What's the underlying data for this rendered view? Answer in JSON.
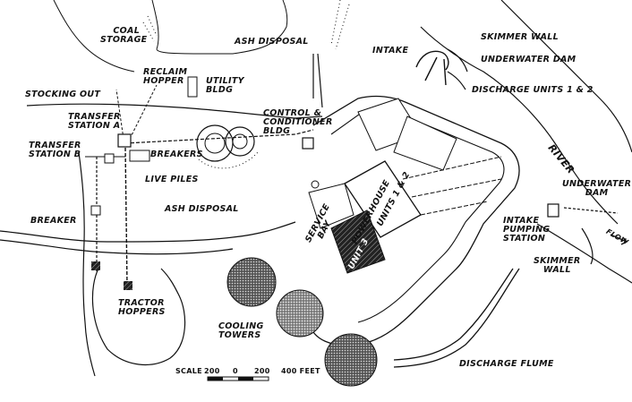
{
  "labels": {
    "coal_storage": [
      "COAL",
      "STORAGE"
    ],
    "ash_disposal_top": "ASH DISPOSAL",
    "reclaim_hopper": [
      "RECLAIM",
      "HOPPER"
    ],
    "utility_bldg": [
      "UTILITY",
      "BLDG"
    ],
    "stocking_out": "STOCKING OUT",
    "transfer_station_a": [
      "TRANSFER",
      "STATION A"
    ],
    "transfer_station_b": [
      "TRANSFER",
      "STATION B"
    ],
    "control_conditioner_bldg": [
      "CONTROL &",
      "CONDITIONER",
      "BLDG"
    ],
    "breakers": "BREAKERS",
    "live_piles": "LIVE PILES",
    "ash_disposal_mid": "ASH DISPOSAL",
    "breaker": "BREAKER",
    "service_bay": [
      "SERVICE",
      "BAY"
    ],
    "powerhouse": "POWERHOUSE",
    "units_1_2": "UNITS 1 & 2",
    "unit_3": "UNIT 3",
    "intake": "INTAKE",
    "skimmer_wall_top": "SKIMMER WALL",
    "underwater_dam_top": "UNDERWATER DAM",
    "discharge_units": "DISCHARGE UNITS 1 & 2",
    "river": "RIVER",
    "underwater_dam_right": [
      "UNDERWATER",
      "DAM"
    ],
    "intake_pumping_station": [
      "INTAKE",
      "PUMPING",
      "STATION"
    ],
    "flow": "FLOW",
    "skimmer_wall_right": [
      "SKIMMER",
      "WALL"
    ],
    "tractor_hoppers": [
      "TRACTOR",
      "HOPPERS"
    ],
    "cooling_towers": [
      "COOLING",
      "TOWERS"
    ],
    "discharge_flume": "DISCHARGE FLUME"
  },
  "scale_bar": {
    "label": "SCALE",
    "ticks": [
      "200",
      "0",
      "200",
      "400 FEET"
    ]
  }
}
